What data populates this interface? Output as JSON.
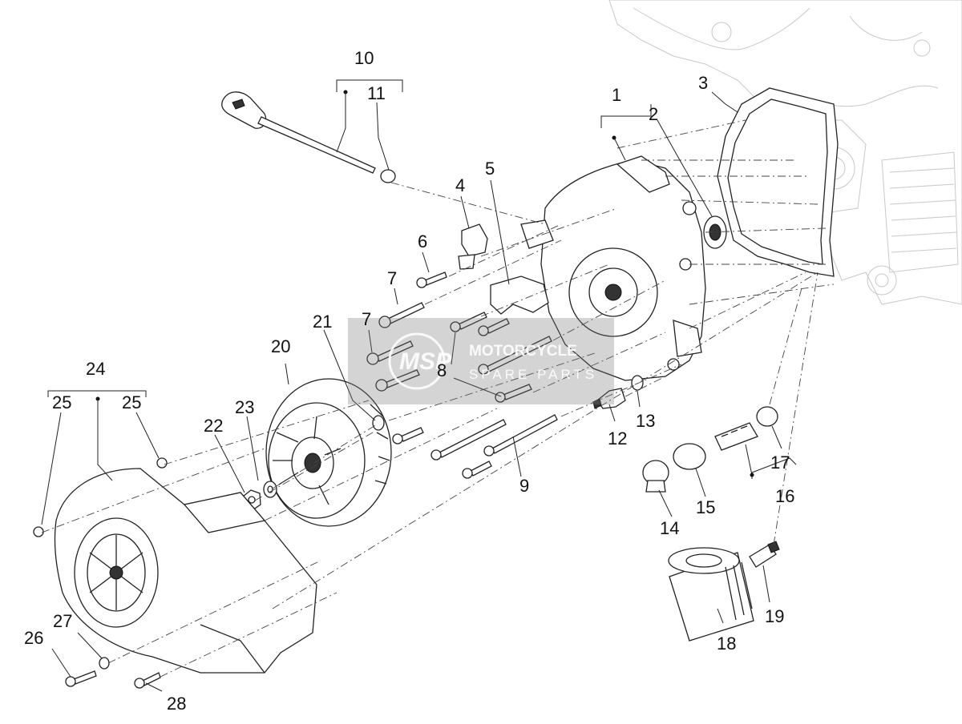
{
  "callouts": {
    "c1": "1",
    "c2": "2",
    "c3": "3",
    "c4": "4",
    "c5": "5",
    "c6": "6",
    "c7a": "7",
    "c7b": "7",
    "c8": "8",
    "c9": "9",
    "c10": "10",
    "c11": "11",
    "c12": "12",
    "c13": "13",
    "c14": "14",
    "c15": "15",
    "c16": "16",
    "c17": "17",
    "c18": "18",
    "c19": "19",
    "c20": "20",
    "c21": "21",
    "c22": "22",
    "c23": "23",
    "c24": "24",
    "c25a": "25",
    "c25b": "25",
    "c26": "26",
    "c27": "27",
    "c28": "28"
  },
  "watermark": {
    "logo": "MSP",
    "line1": "MOTORCYCLE",
    "line2": "SPARE PARTS"
  }
}
